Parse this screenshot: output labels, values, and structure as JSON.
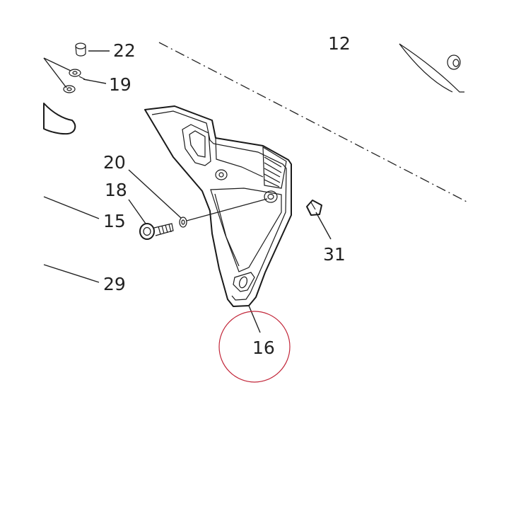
{
  "diagram": {
    "title": "",
    "callouts": {
      "c22": "22",
      "c19": "19",
      "c20": "20",
      "c18": "18",
      "c15": "15",
      "c29": "29",
      "c31": "31",
      "c16": "16",
      "c12": "12"
    },
    "highlight_color": "#c2273a"
  }
}
